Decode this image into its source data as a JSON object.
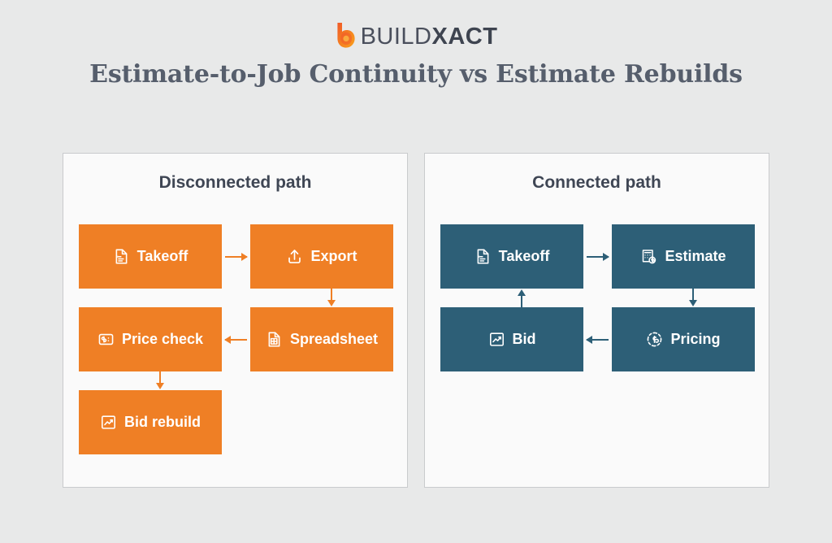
{
  "brand": {
    "logo_icon": "buildxact-b-mark-icon",
    "name_light": "BUILD",
    "name_bold": "XACT",
    "orange": "#ef7f25",
    "teal": "#2d5f77",
    "background": "#e8e9e9"
  },
  "title": "Estimate-to-Job Continuity vs Estimate Rebuilds",
  "panels": [
    {
      "title": "Disconnected path",
      "accent": "#ef7f25",
      "nodes": [
        {
          "label": "Takeoff",
          "icon": "document-lines-icon"
        },
        {
          "label": "Export",
          "icon": "upload-arrow-icon"
        },
        {
          "label": "Price check",
          "icon": "price-tag-dollar-icon"
        },
        {
          "label": "Spreadsheet",
          "icon": "document-grid-icon"
        },
        {
          "label": "Bid rebuild",
          "icon": "chart-square-icon"
        }
      ],
      "connectors": [
        {
          "from": "Takeoff",
          "to": "Export",
          "direction": "right"
        },
        {
          "from": "Export",
          "to": "Spreadsheet",
          "direction": "down"
        },
        {
          "from": "Spreadsheet",
          "to": "Price check",
          "direction": "left"
        },
        {
          "from": "Price check",
          "to": "Bid rebuild",
          "direction": "down"
        }
      ]
    },
    {
      "title": "Connected path",
      "accent": "#2d5f77",
      "nodes": [
        {
          "label": "Takeoff",
          "icon": "document-lines-icon"
        },
        {
          "label": "Estimate",
          "icon": "calculator-dollar-icon"
        },
        {
          "label": "Bid",
          "icon": "chart-square-icon"
        },
        {
          "label": "Pricing",
          "icon": "dashed-circle-dollar-icon"
        }
      ],
      "connectors": [
        {
          "from": "Takeoff",
          "to": "Estimate",
          "direction": "right"
        },
        {
          "from": "Estimate",
          "to": "Pricing",
          "direction": "down"
        },
        {
          "from": "Pricing",
          "to": "Bid",
          "direction": "left"
        },
        {
          "from": "Bid",
          "to": "Takeoff",
          "direction": "up"
        }
      ]
    }
  ]
}
